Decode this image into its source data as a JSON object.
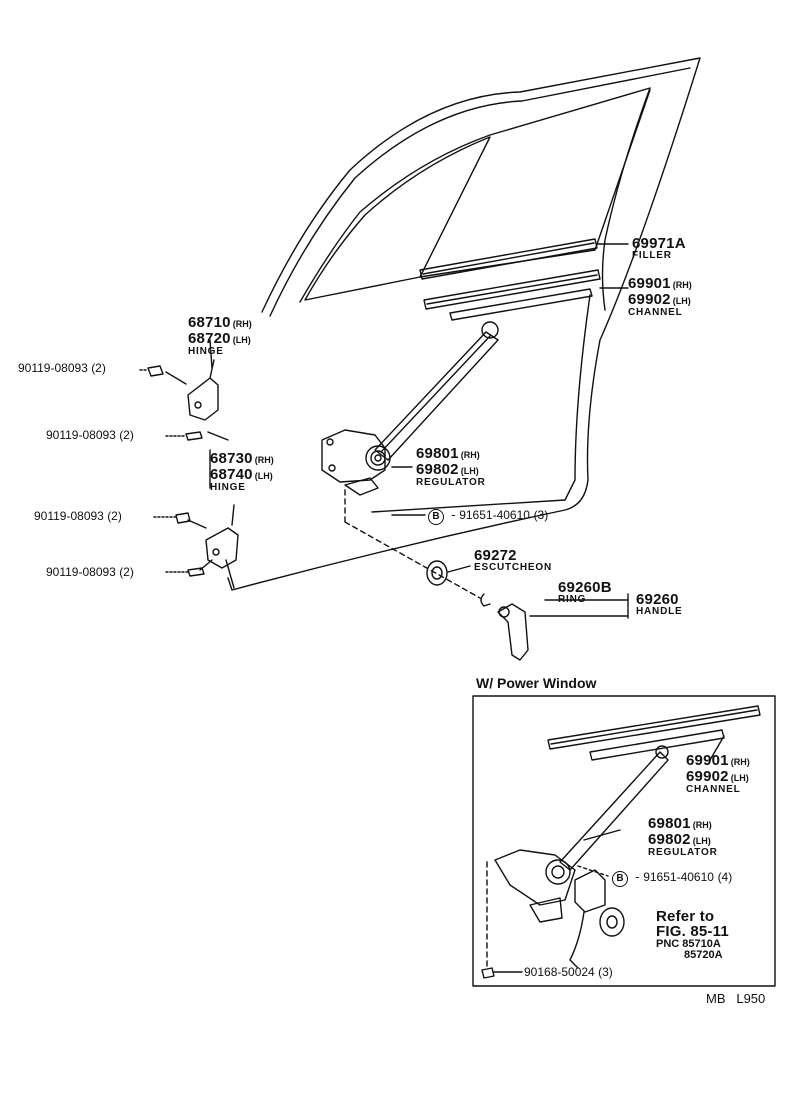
{
  "callouts": {
    "filler": {
      "pn": "69971A",
      "name": "FILLER"
    },
    "channel": {
      "pn_rh": "69901",
      "rh": "(RH)",
      "pn_lh": "69902",
      "lh": "(LH)",
      "name": "CHANNEL"
    },
    "hinge_upper": {
      "pn_rh": "68710",
      "rh": "(RH)",
      "pn_lh": "68720",
      "lh": "(LH)",
      "name": "HINGE"
    },
    "hinge_lower": {
      "pn_rh": "68730",
      "rh": "(RH)",
      "pn_lh": "68740",
      "lh": "(LH)",
      "name": "HINGE"
    },
    "regulator": {
      "pn_rh": "69801",
      "rh": "(RH)",
      "pn_lh": "69802",
      "lh": "(LH)",
      "name": "REGULATOR"
    },
    "bolt_b": {
      "marker": "B",
      "pn": "91651-40610",
      "qty": "(3)"
    },
    "escutcheon": {
      "pn": "69272",
      "name": "ESCUTCHEON"
    },
    "ring": {
      "pn": "69260B",
      "name": "RING"
    },
    "handle": {
      "pn": "69260",
      "name": "HANDLE"
    },
    "bolts": [
      {
        "pn": "90119-08093",
        "qty": "(2)"
      },
      {
        "pn": "90119-08093",
        "qty": "(2)"
      },
      {
        "pn": "90119-08093",
        "qty": "(2)"
      },
      {
        "pn": "90119-08093",
        "qty": "(2)"
      }
    ]
  },
  "power_window": {
    "title": "W/ Power Window",
    "channel": {
      "pn_rh": "69901",
      "rh": "(RH)",
      "pn_lh": "69902",
      "lh": "(LH)",
      "name": "CHANNEL"
    },
    "regulator": {
      "pn_rh": "69801",
      "rh": "(RH)",
      "pn_lh": "69802",
      "lh": "(LH)",
      "name": "REGULATOR"
    },
    "bolt_b": {
      "marker": "B",
      "pn": "91651-40610",
      "qty": "(4)"
    },
    "refer": {
      "line1": "Refer to",
      "line2": "FIG. 85-11",
      "pnc_label": "PNC 85710A",
      "pnc_2": "85720A"
    },
    "screw": {
      "pn": "90168-50024",
      "qty": "(3)"
    }
  },
  "footer": {
    "code": "MB   L950"
  }
}
